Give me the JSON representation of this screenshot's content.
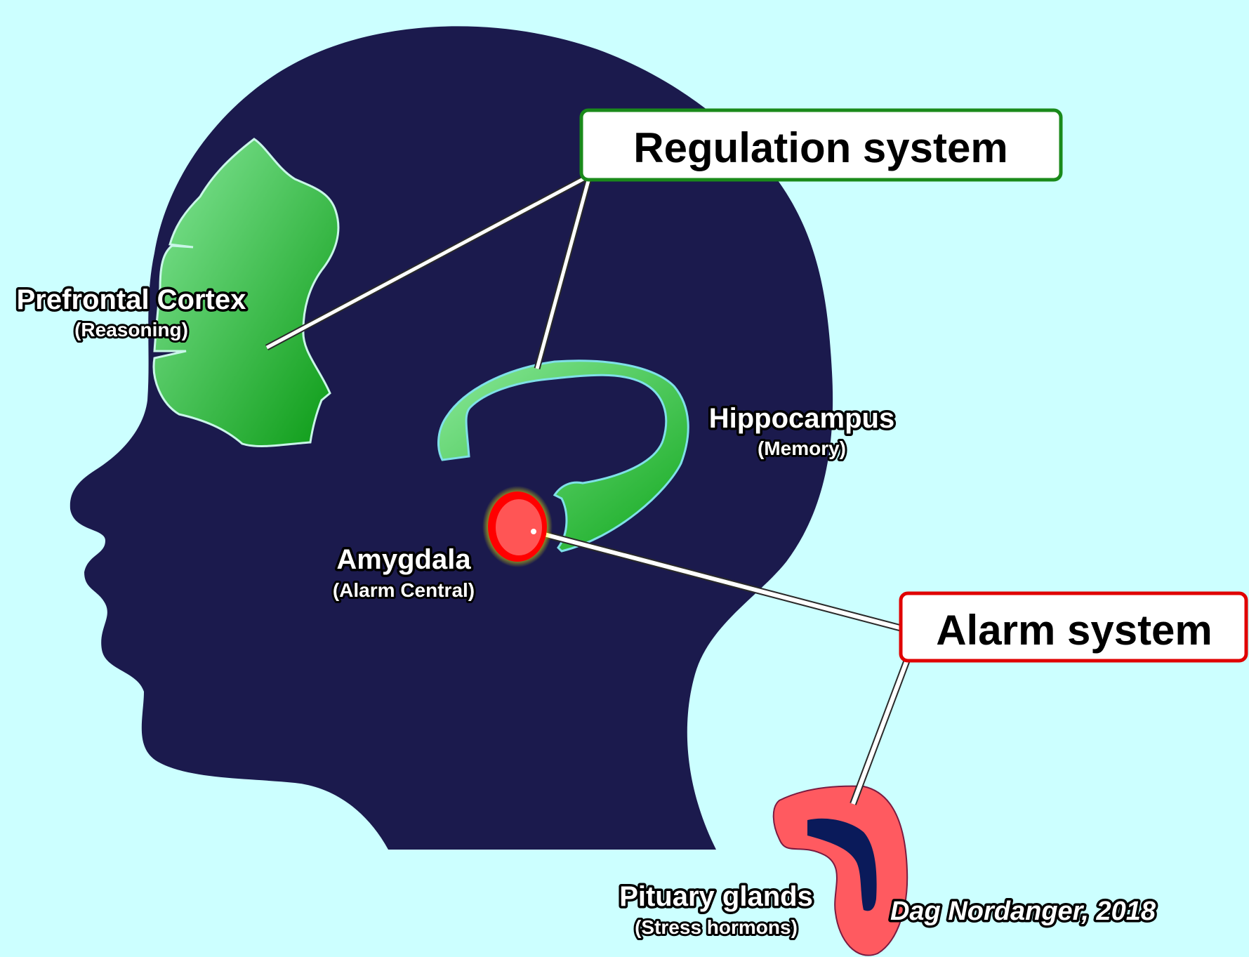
{
  "labels": {
    "prefrontal": {
      "title": "Prefrontal Cortex",
      "subtitle": "(Reasoning)"
    },
    "hippocampus": {
      "title": "Hippocampus",
      "subtitle": "(Memory)"
    },
    "amygdala": {
      "title": "Amygdala",
      "subtitle": "(Alarm Central)"
    },
    "pituitary": {
      "title": "Pituary glands",
      "subtitle": "(Stress hormons)"
    }
  },
  "systems": {
    "regulation": {
      "label": "Regulation system",
      "color": "#1a8a1a"
    },
    "alarm": {
      "label": "Alarm system",
      "color": "#e00000"
    }
  },
  "credit": "Dag Nordanger, 2018",
  "colors": {
    "background": "#ccffff",
    "head": "#1b1a4d",
    "cortex": "#3ecf4e",
    "amygdala": "#ff5555",
    "pituitary": "#ff5a60"
  }
}
